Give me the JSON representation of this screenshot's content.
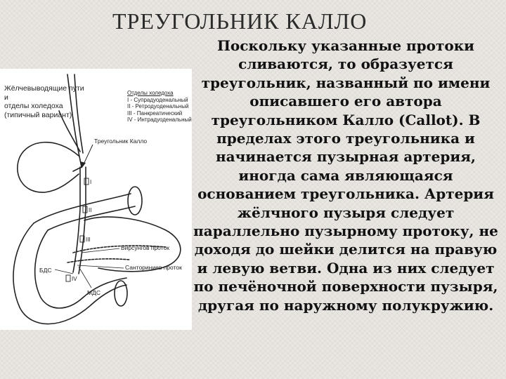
{
  "title": "ТРЕУГОЛЬНИК КАЛЛО",
  "body_text": "Поскольку указанные протоки сливаются, то образуется треугольник, названный по имени описавшего его автора треугольником Калло (Callot). В пределах этого треугольника и начинается пузырная артерия, иногда сама являющаяся основанием треугольника. Артерия жёлчного пузыря следует параллельно пузырному протоку, не доходя до шейки делится на правую и левую ветви. Одна из них следует по печёночной поверхности пузыря, другая по наружному полукружию.",
  "figure": {
    "caption_lines": [
      "Жёлчевыводящие пути и",
      "отделы холедоха",
      "(типичный вариант)"
    ],
    "legend_title": "Отделы холедоха",
    "legend_items": [
      "I - Супрадуоденальный",
      "II - Ретродуоденальный",
      "III - Панкреатический",
      "IV - Интрадуоденальный"
    ],
    "labels": {
      "callot": "Треугольник Калло",
      "wirsung": "Вирсунгов проток",
      "santorini": "Санториниев проток",
      "bds": "БДС",
      "mds": "МДС"
    },
    "roman": [
      "I",
      "II",
      "III",
      "IV"
    ]
  }
}
